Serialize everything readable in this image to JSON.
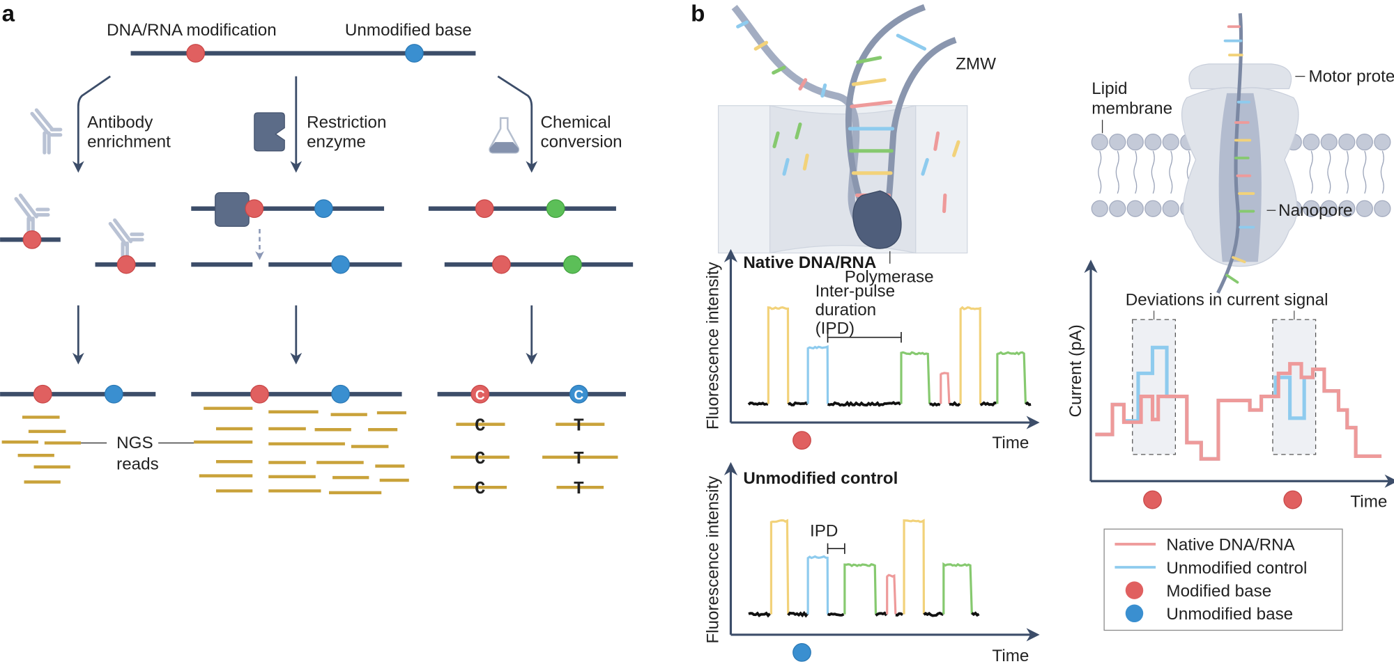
{
  "panel_a": {
    "label": "a",
    "top_labels": {
      "modification": "DNA/RNA modification",
      "unmodified": "Unmodified base"
    },
    "methods": [
      {
        "line1": "Antibody",
        "line2": "enrichment",
        "icon": "antibody-icon"
      },
      {
        "line1": "Restriction",
        "line2": "enzyme",
        "icon": "restriction-enzyme-icon"
      },
      {
        "line1": "Chemical",
        "line2": "conversion",
        "icon": "flask-icon"
      }
    ],
    "ngs_label": {
      "line1": "NGS",
      "line2": "reads"
    },
    "converted_bases": [
      "C",
      "C"
    ],
    "read_letters_left": [
      "C",
      "C",
      "C"
    ],
    "read_letters_right": [
      "T",
      "T",
      "T"
    ]
  },
  "panel_b": {
    "label": "b",
    "zmw": {
      "label": "ZMW",
      "polymerase": "Polymerase"
    },
    "nanopore": {
      "lipid_line1": "Lipid",
      "lipid_line2": "membrane",
      "motor": "Motor protein",
      "pore": "Nanopore"
    },
    "colors": {
      "yellow": "#f2d27a",
      "blue": "#8ecbee",
      "green": "#86c96f",
      "red": "#ee9a9a",
      "modified": "#e06060",
      "unmodified": "#3a8fd0",
      "dna": "#3c4d69"
    }
  },
  "chart_data": [
    {
      "type": "line",
      "title": "Native DNA/RNA",
      "xlabel": "Time",
      "ylabel": "Fluorescence intensity",
      "annotation": {
        "line1": "Inter-pulse",
        "line2": "duration",
        "line3": "(IPD)"
      },
      "marker": "modified",
      "pulses": [
        {
          "color": "yellow",
          "start": 0.07,
          "end": 0.14,
          "height": 0.85
        },
        {
          "color": "blue",
          "start": 0.21,
          "end": 0.28,
          "height": 0.5
        },
        {
          "color": "green",
          "start": 0.54,
          "end": 0.64,
          "height": 0.45
        },
        {
          "color": "red",
          "start": 0.68,
          "end": 0.71,
          "height": 0.27
        },
        {
          "color": "yellow",
          "start": 0.75,
          "end": 0.82,
          "height": 0.85
        },
        {
          "color": "green",
          "start": 0.88,
          "end": 0.98,
          "height": 0.45
        }
      ],
      "ipd": [
        0.28,
        0.54
      ]
    },
    {
      "type": "line",
      "title": "Unmodified control",
      "xlabel": "Time",
      "ylabel": "Fluorescence intensity",
      "annotation": {
        "line1": "IPD"
      },
      "marker": "unmodified",
      "pulses": [
        {
          "color": "yellow",
          "start": 0.08,
          "end": 0.14,
          "height": 0.85
        },
        {
          "color": "blue",
          "start": 0.21,
          "end": 0.28,
          "height": 0.52
        },
        {
          "color": "green",
          "start": 0.34,
          "end": 0.45,
          "height": 0.45
        },
        {
          "color": "red",
          "start": 0.49,
          "end": 0.52,
          "height": 0.35
        },
        {
          "color": "yellow",
          "start": 0.55,
          "end": 0.62,
          "height": 0.85
        },
        {
          "color": "green",
          "start": 0.69,
          "end": 0.79,
          "height": 0.45
        }
      ],
      "ipd": [
        0.28,
        0.34
      ],
      "xmax_baseline": 0.82
    },
    {
      "type": "line",
      "xlabel": "Time",
      "ylabel": "Current (pA)",
      "annotation": "Deviations in current signal",
      "deviation_windows": [
        [
          0.13,
          0.28
        ],
        [
          0.62,
          0.77
        ]
      ],
      "markers": [
        0.2,
        0.69
      ],
      "series": [
        {
          "name": "Native DNA/RNA",
          "color": "#ee9a9a",
          "x": [
            0,
            0.06,
            0.1,
            0.16,
            0.2,
            0.22,
            0.32,
            0.37,
            0.43,
            0.54,
            0.58,
            0.64,
            0.68,
            0.72,
            0.76,
            0.8,
            0.85,
            0.88,
            0.91,
            1.0
          ],
          "y": [
            0.2,
            0.42,
            0.29,
            0.48,
            0.31,
            0.48,
            0.14,
            0.02,
            0.45,
            0.38,
            0.48,
            0.65,
            0.72,
            0.62,
            0.68,
            0.52,
            0.38,
            0.25,
            0.04,
            0.04
          ]
        },
        {
          "name": "Unmodified control",
          "color": "#8ecbee",
          "x": [
            0,
            0.06,
            0.1,
            0.15,
            0.2,
            0.25,
            0.32,
            0.37,
            0.43,
            0.54,
            0.58,
            0.63,
            0.68,
            0.73,
            0.76,
            0.8,
            0.85,
            0.88,
            0.91,
            1.0
          ],
          "y": [
            0.2,
            0.42,
            0.3,
            0.65,
            0.84,
            0.48,
            0.14,
            0.02,
            0.45,
            0.38,
            0.48,
            0.62,
            0.32,
            0.62,
            0.68,
            0.52,
            0.38,
            0.25,
            0.04,
            0.04
          ]
        }
      ],
      "legend": [
        {
          "label": "Native DNA/RNA",
          "kind": "line",
          "color": "#ee9a9a"
        },
        {
          "label": "Unmodified control",
          "kind": "line",
          "color": "#8ecbee"
        },
        {
          "label": "Modified base",
          "kind": "dot",
          "color": "#e06060"
        },
        {
          "label": "Unmodified base",
          "kind": "dot",
          "color": "#3a8fd0"
        }
      ]
    }
  ]
}
